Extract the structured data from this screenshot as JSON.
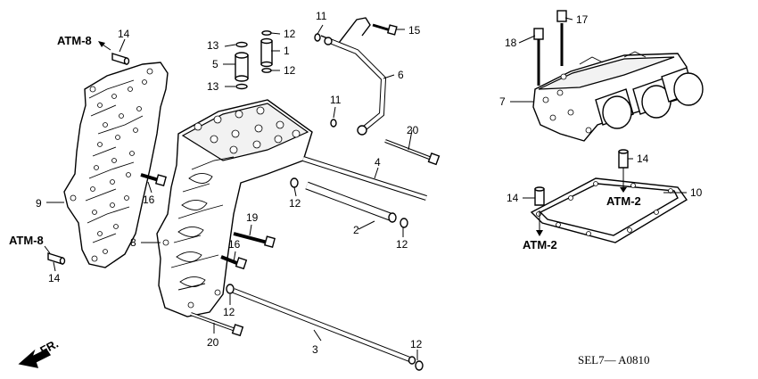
{
  "diagram": {
    "part_numbers": [
      {
        "id": "c1",
        "text": "1"
      },
      {
        "id": "c2",
        "text": "2"
      },
      {
        "id": "c3",
        "text": "3"
      },
      {
        "id": "c4",
        "text": "4"
      },
      {
        "id": "c5",
        "text": "5"
      },
      {
        "id": "c6",
        "text": "6"
      },
      {
        "id": "c7",
        "text": "7"
      },
      {
        "id": "c8",
        "text": "8"
      },
      {
        "id": "c9",
        "text": "9"
      },
      {
        "id": "c10",
        "text": "10"
      },
      {
        "id": "c11a",
        "text": "11"
      },
      {
        "id": "c11b",
        "text": "11"
      },
      {
        "id": "c12a",
        "text": "12"
      },
      {
        "id": "c12b",
        "text": "12"
      },
      {
        "id": "c12c",
        "text": "12"
      },
      {
        "id": "c12d",
        "text": "12"
      },
      {
        "id": "c12e",
        "text": "12"
      },
      {
        "id": "c12f",
        "text": "12"
      },
      {
        "id": "c13a",
        "text": "13"
      },
      {
        "id": "c13b",
        "text": "13"
      },
      {
        "id": "c14a",
        "text": "14"
      },
      {
        "id": "c14b",
        "text": "14"
      },
      {
        "id": "c14c",
        "text": "14"
      },
      {
        "id": "c14d",
        "text": "14"
      },
      {
        "id": "c15",
        "text": "15"
      },
      {
        "id": "c16a",
        "text": "16"
      },
      {
        "id": "c16b",
        "text": "16"
      },
      {
        "id": "c17",
        "text": "17"
      },
      {
        "id": "c18",
        "text": "18"
      },
      {
        "id": "c19",
        "text": "19"
      },
      {
        "id": "c20a",
        "text": "20"
      },
      {
        "id": "c20b",
        "text": "20"
      }
    ],
    "references": [
      {
        "id": "atm8a",
        "text": "ATM-8"
      },
      {
        "id": "atm8b",
        "text": "ATM-8"
      },
      {
        "id": "atm2a",
        "text": "ATM-2"
      },
      {
        "id": "atm2b",
        "text": "ATM-2"
      }
    ],
    "front_marker": "FR.",
    "diagram_code": "SEL7— A0810"
  }
}
